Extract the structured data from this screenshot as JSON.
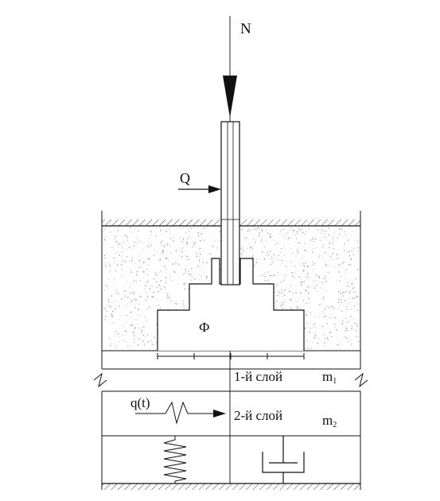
{
  "labels": {
    "axial_force": "N",
    "lateral_force": "Q",
    "foundation": "Ф",
    "layer1": "1-й слой",
    "layer1_mass": "m",
    "layer1_mass_sub": "1",
    "layer2": "2-й слой",
    "layer2_mass": "m",
    "layer2_mass_sub": "2",
    "load": "q(t)"
  },
  "colors": {
    "line": "#111111",
    "soil_dots": "#9a9a9a",
    "hatch": "#444444"
  }
}
